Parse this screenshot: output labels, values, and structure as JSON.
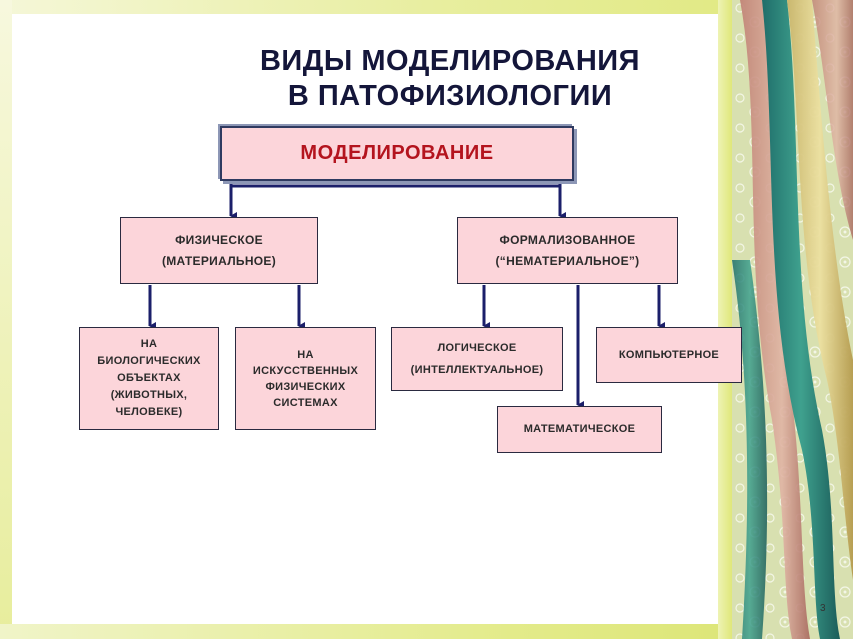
{
  "title": {
    "line1": "ВИДЫ МОДЕЛИРОВАНИЯ",
    "line2": "В ПАТОФИЗИОЛОГИИ"
  },
  "nodes": {
    "root": {
      "label": "МОДЕЛИРОВАНИЕ"
    },
    "physical": {
      "line1": "ФИЗИЧЕСКОЕ",
      "line2": "(МАТЕРИАЛЬНОЕ)"
    },
    "formal": {
      "line1": "ФОРМАЛИЗОВАННОЕ",
      "line2": "(“НЕМАТЕРИАЛЬНОЕ”)"
    },
    "biological": {
      "line1": "НА",
      "line2": "БИОЛОГИЧЕСКИХ",
      "line3": "ОБЪЕКТАХ",
      "line4": "(ЖИВОТНЫХ,",
      "line5": "ЧЕЛОВЕКЕ)"
    },
    "artificial": {
      "line1": "НА",
      "line2": "ИСКУССТВЕННЫХ",
      "line3": "ФИЗИЧЕСКИХ",
      "line4": "СИСТЕМАХ"
    },
    "logical": {
      "line1": "ЛОГИЧЕСКОЕ",
      "line2": "(ИНТЕЛЛЕКТУАЛЬНОЕ)"
    },
    "computer": {
      "label": "КОМПЬЮТЕРНОЕ"
    },
    "math": {
      "label": "МАТЕМАТИЧЕСКОЕ"
    }
  },
  "footer": {
    "page_number": "3"
  },
  "colors": {
    "box_fill": "#fcd5da",
    "root_text": "#b4141e",
    "connector": "#1b1f6a",
    "frame": "#e3eb8a"
  }
}
